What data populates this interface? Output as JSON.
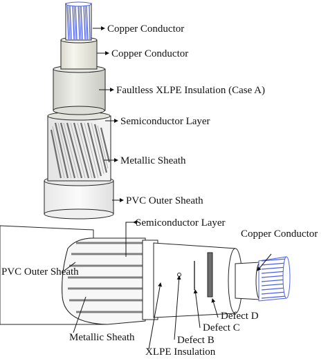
{
  "figure": {
    "upper_labels": [
      "Copper Conductor",
      "Copper Conductor",
      "Faultless XLPE Insulation (Case A)",
      "Semiconductor Layer",
      "Metallic Sheath",
      "PVC Outer Sheath"
    ],
    "lower_labels": {
      "semiconductor": "Semiconductor Layer",
      "copper": "Copper Conductor",
      "pvc": "PVC Outer Sheath",
      "metallic": "Metallic Sheath",
      "defect_d": "Defect D",
      "defect_c": "Defect C",
      "defect_b": "Defect B",
      "xlpe": "XLPE Insulation"
    }
  },
  "colors": {
    "conductor_wire": "#4a5ee8",
    "xlpe_fill": "#efefe6",
    "semiconductor_fill": "#e6e6e0",
    "outline": "#222222"
  }
}
